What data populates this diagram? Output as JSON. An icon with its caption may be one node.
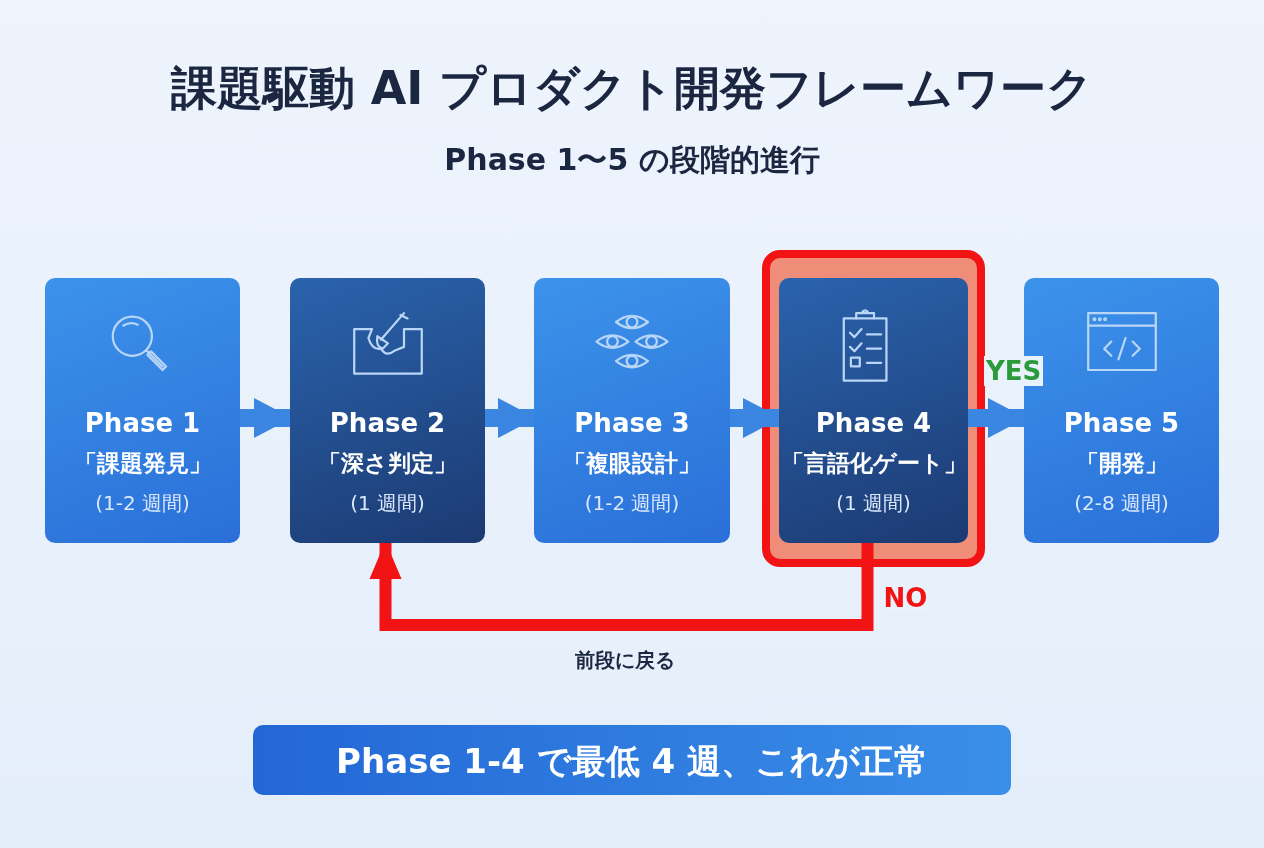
{
  "diagram": {
    "title": "課題駆動 AI プロダクト開発フレームワーク",
    "nodes": [
      {
        "text": [
          "Phase 1",
          "「課題発見」",
          "(1-2 週間)"
        ]
      },
      {
        "text": [
          "Phase 2",
          "「深さ判定」",
          "(1 週間)"
        ]
      },
      {
        "text": [
          "Phase 3",
          "「複眼設計」",
          "(1-2 週間)"
        ]
      },
      {
        "text": [
          "Phase 4",
          "「言語化ゲート」",
          "(1 週間)"
        ]
      },
      {
        "text": [
          "Phase 5",
          "「開発」",
          "(2-8 週間)"
        ]
      },
      {
        "text": [
          "Phase 1-4 で最低 4 週、これが正常"
        ]
      }
    ],
    "edges": [
      {
        "from": 0,
        "to": 1,
        "arrow": "to"
      },
      {
        "from": 1,
        "to": 2,
        "arrow": "to"
      },
      {
        "from": 2,
        "to": 3,
        "arrow": "to"
      },
      {
        "from": 3,
        "to": 4,
        "arrow": "to",
        "label": "YES"
      },
      {
        "from": 3,
        "to": 1,
        "arrow": "to",
        "label": "NO",
        "color": "#f21414"
      }
    ],
    "labels": [
      "Phase 1〜5 の段階的進行",
      "前段に戻る"
    ]
  }
}
